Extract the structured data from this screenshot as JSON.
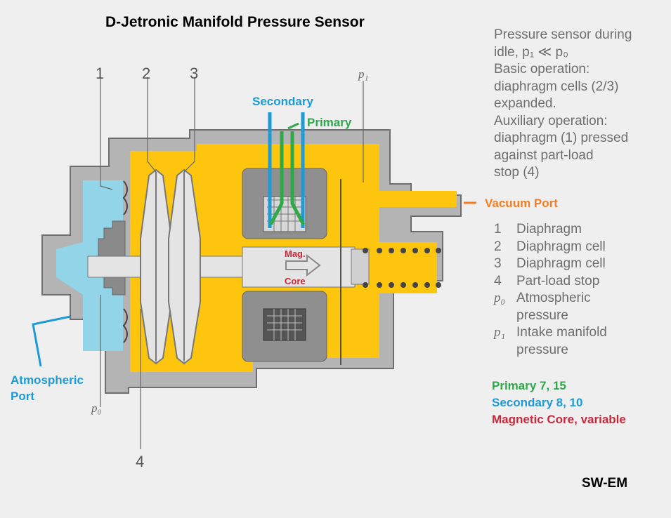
{
  "title": "D-Jetronic Manifold Pressure Sensor",
  "description_lines": [
    "Pressure sensor during",
    "idle, p₁ ≪ p₀",
    "Basic operation:",
    "diaphragm cells (2/3)",
    "expanded.",
    "Auxiliary operation:",
    "diaphragm (1) pressed",
    "against part-load",
    "stop (4)"
  ],
  "legend": [
    {
      "key": "1",
      "label": "Diaphragm"
    },
    {
      "key": "2",
      "label": "Diaphragm cell"
    },
    {
      "key": "3",
      "label": "Diaphragm cell"
    },
    {
      "key": "4",
      "label": "Part-load stop"
    },
    {
      "key": "p₀",
      "label": "Atmospheric"
    },
    {
      "key": "",
      "label": "pressure"
    },
    {
      "key": "p₁",
      "label": "Intake manifold"
    },
    {
      "key": "",
      "label": "pressure"
    }
  ],
  "callouts": {
    "secondary": "Secondary",
    "primary": "Primary",
    "vacuum_port": "Vacuum Port",
    "atmospheric_port_line1": "Atmospheric",
    "atmospheric_port_line2": "Port",
    "mag": "Mag.",
    "core": "Core",
    "part_numbers": [
      "1",
      "2",
      "3",
      "4"
    ],
    "p0": "p₀",
    "p1": "p₁"
  },
  "specs": {
    "primary": "Primary 7, 15",
    "secondary": "Secondary 8, 10",
    "magnetic_core": "Magnetic Core, variable"
  },
  "credit": "SW-EM",
  "colors": {
    "pressure_chamber": "#fec50f",
    "atmospheric_chamber": "#93d5e8",
    "housing": "#b4b4b4",
    "secondary": "#1e9ad6",
    "primary": "#2fa84a",
    "vacuum": "#ef7d2a",
    "core": "#c8283a"
  }
}
